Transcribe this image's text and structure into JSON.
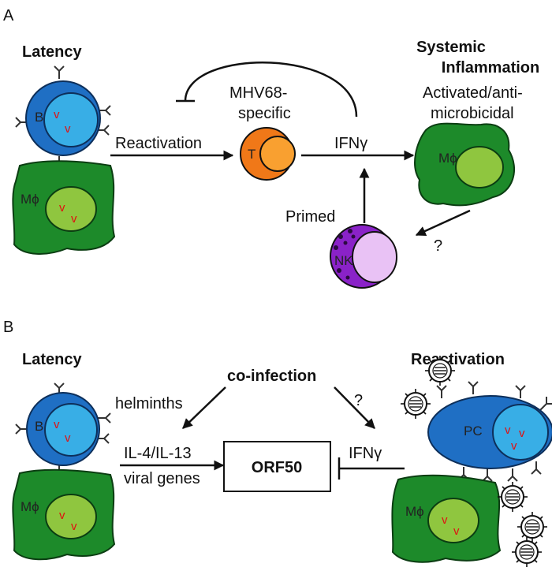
{
  "panel_a": {
    "letter": "A",
    "latency_title": "Latency",
    "systemic_title_line1": "Systemic",
    "systemic_title_line2": "Inflammation",
    "activated_line1": "Activated/anti-",
    "activated_line2": "microbicidal",
    "mhv68_line1": "MHV68-",
    "mhv68_line2": "specific",
    "reactivation_label": "Reactivation",
    "ifng_label": "IFNγ",
    "primed_label": "Primed",
    "question_label": "?",
    "b_cell_label": "B",
    "mphi_label": "Mϕ",
    "t_cell_label": "T",
    "nk_label": "NK",
    "virus_glyph": "v"
  },
  "panel_b": {
    "letter": "B",
    "latency_title": "Latency",
    "reactivation_title": "Reactivation",
    "coinfection_label": "co-infection",
    "helminths_label": "helminths",
    "question_label": "?",
    "il_label": "IL-4/IL-13",
    "viral_genes_label": "viral genes",
    "orf50_label": "ORF50",
    "ifng_label": "IFNγ",
    "b_cell_label": "B",
    "pc_label": "PC",
    "mphi_label": "Mϕ",
    "virus_glyph": "v"
  },
  "colors": {
    "b_cell_outer": "#1f6fc4",
    "b_cell_inner": "#38aee6",
    "macrophage": "#1d8a2a",
    "macrophage_nucleus": "#8fc63f",
    "t_cell": "#f07818",
    "t_cell_inner": "#f9a030",
    "nk_cell": "#8a22c8",
    "nk_nucleus": "#e9c2f5",
    "virus_red": "#e01010"
  }
}
